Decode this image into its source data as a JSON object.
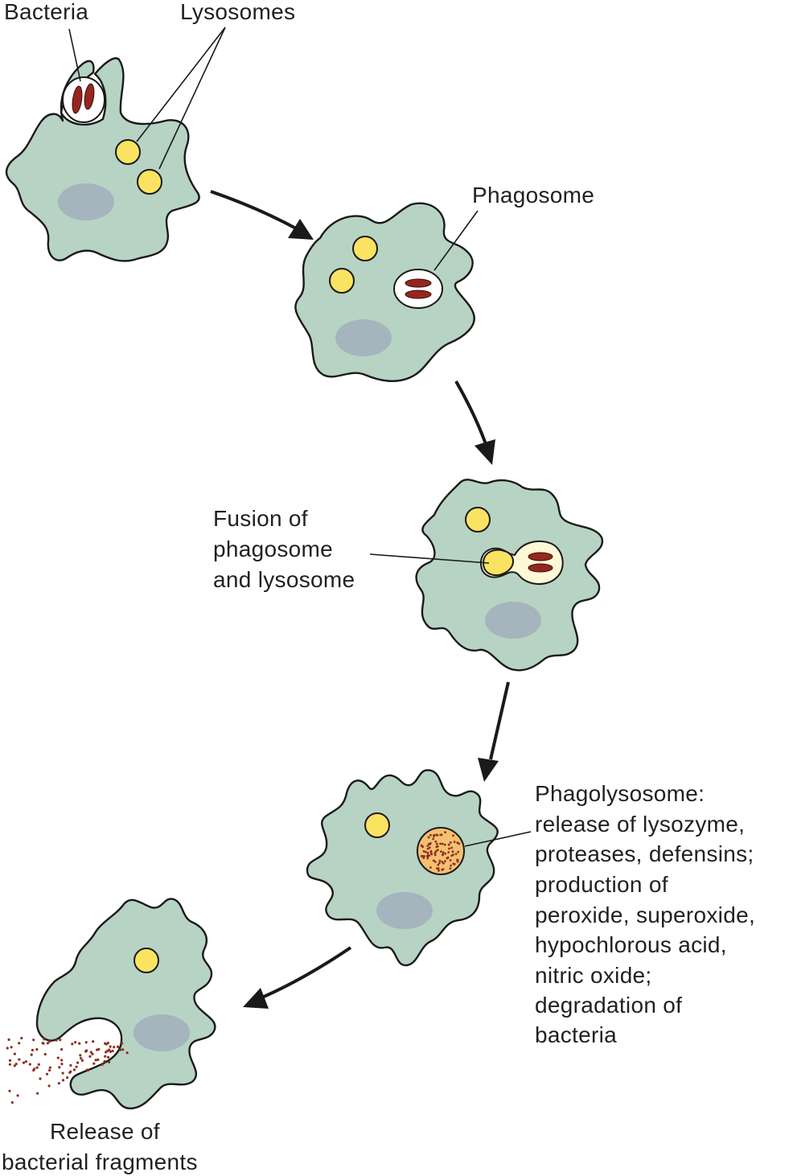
{
  "diagram": {
    "colors": {
      "cell_fill": "#b7d3c3",
      "nucleus_fill": "#a6b4be",
      "lysosome_fill": "#fbe362",
      "bacteria_fill": "#96261f",
      "phagolysosome_fill": "#f3c16f",
      "fragment_dots": "#8e2f22"
    },
    "labels": {
      "bacteria": "Bacteria",
      "lysosomes": "Lysosomes",
      "phagosome": "Phagosome",
      "fusion": [
        "Fusion of",
        "phagosome",
        "and lysosome"
      ],
      "phagolysosome": [
        "Phagolysosome:",
        "release of lysozyme,",
        "proteases, defensins;",
        "production of",
        "peroxide, superoxide,",
        "hypochlorous acid,",
        "nitric oxide;",
        "degradation of",
        "bacteria"
      ],
      "release": [
        "Release of",
        "bacterial fragments"
      ]
    }
  }
}
